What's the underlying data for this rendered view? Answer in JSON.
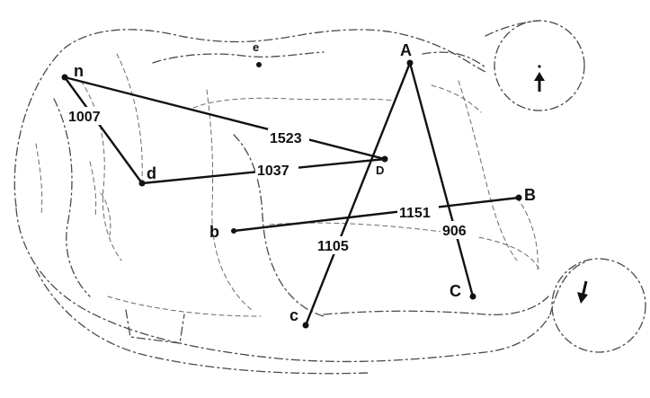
{
  "points": {
    "n": "n",
    "d": "d",
    "D": "D",
    "A": "A",
    "B": "B",
    "b": "b",
    "c": "c",
    "C": "C",
    "e": "e"
  },
  "distances": {
    "n_d": "1007",
    "n_D": "1523",
    "d_D": "1037",
    "b_B": "1151",
    "A_c": "1105",
    "A_C": "906"
  },
  "icons": {
    "forward": "up-arrow-icon",
    "rear": "down-arrow-icon"
  },
  "colors": {
    "ink": "#111111",
    "sketch": "#4a4a4a"
  }
}
